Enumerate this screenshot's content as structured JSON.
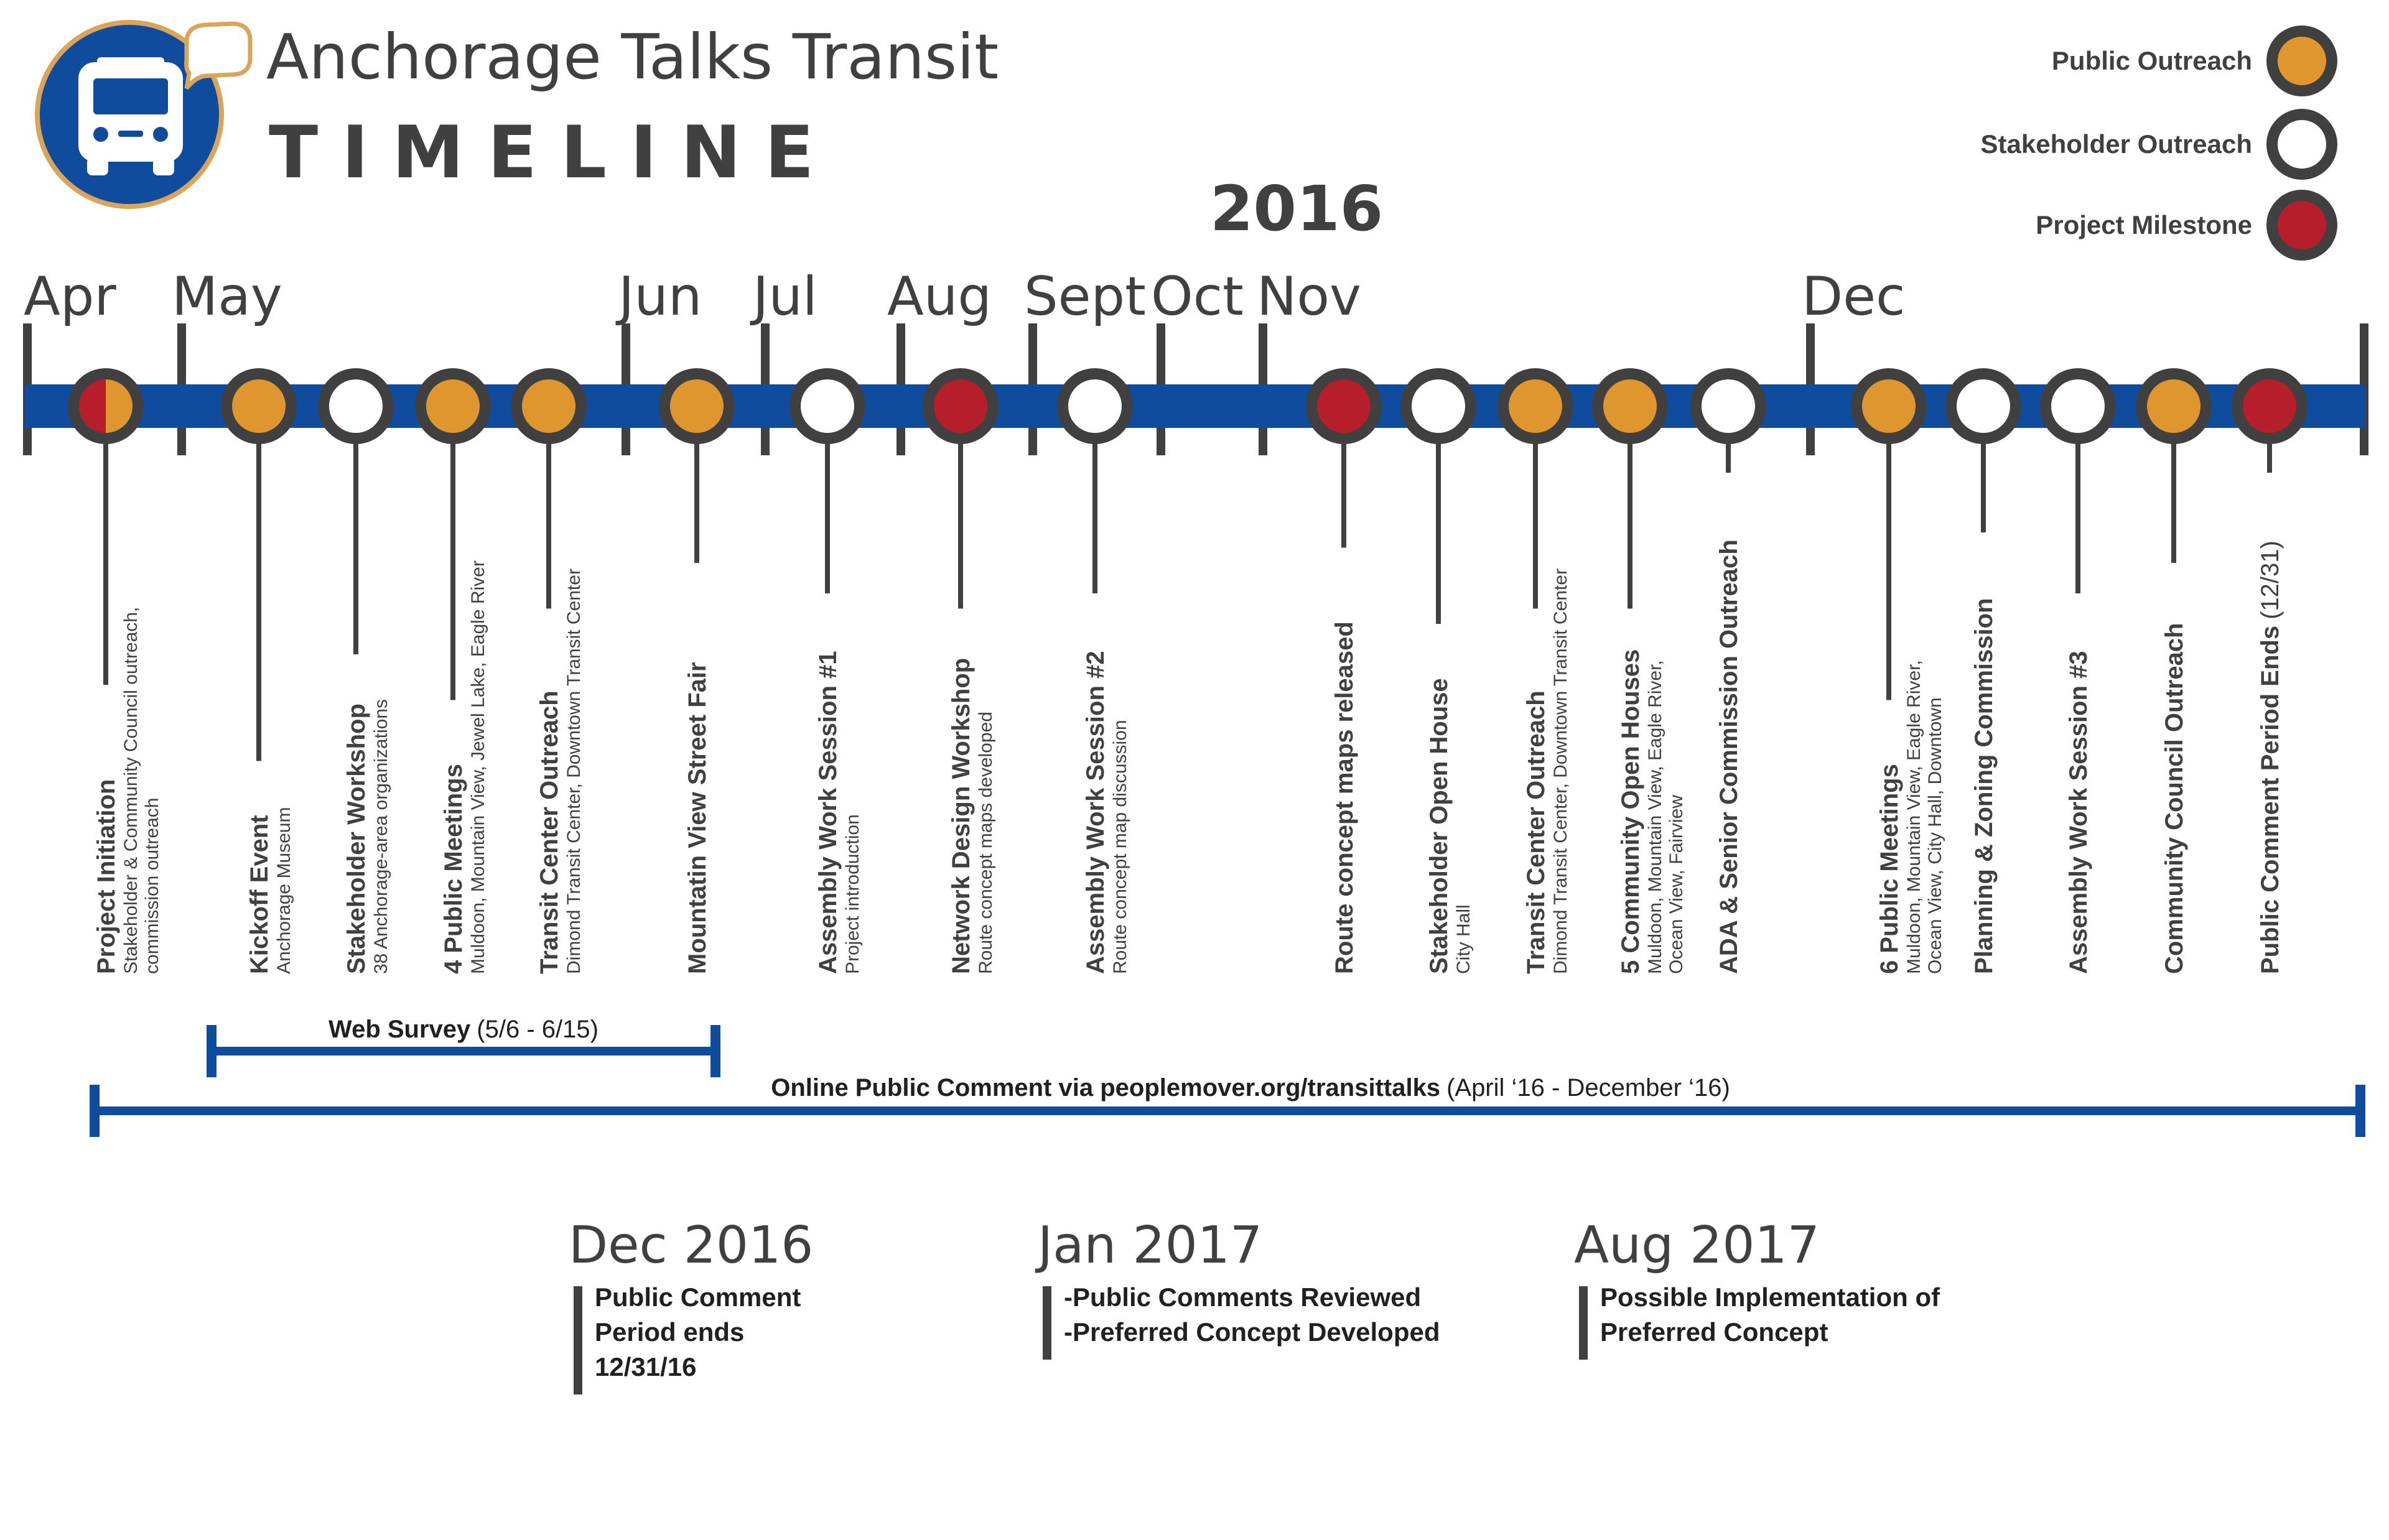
{
  "header": {
    "title": "Anchorage Talks Transit",
    "subtitle": "TIMELINE",
    "year": "2016"
  },
  "legend": [
    {
      "label": "Public Outreach",
      "type": "public"
    },
    {
      "label": "Stakeholder Outreach",
      "type": "stakeholder"
    },
    {
      "label": "Project Milestone",
      "type": "milestone"
    }
  ],
  "colors": {
    "bar": "#0f4c9e",
    "public": "#e0962e",
    "stakeholder": "#ffffff",
    "milestone": "#b51e2a",
    "ring": "#404041",
    "text": "#404041"
  },
  "months": [
    "Apr",
    "May",
    "Jun",
    "Jul",
    "Aug",
    "Sept",
    "Oct",
    "Nov",
    "Dec"
  ],
  "events": [
    {
      "type": "split",
      "title": "Project Initiation",
      "details": [
        "Stakeholder & Community Council outreach,",
        "commission outreach"
      ]
    },
    {
      "type": "public",
      "title": "Kickoff Event",
      "details": [
        "Anchorage Museum"
      ]
    },
    {
      "type": "stakeholder",
      "title": "Stakeholder Workshop",
      "details": [
        "38 Anchorage-area organizations"
      ]
    },
    {
      "type": "public",
      "title": "4 Public Meetings",
      "details": [
        "Muldoon, Mountain View, Jewel Lake, Eagle River"
      ]
    },
    {
      "type": "public",
      "title": "Transit Center Outreach",
      "details": [
        "Dimond Transit Center, Downtown Transit Center"
      ]
    },
    {
      "type": "public",
      "title": "Mountatin View Street Fair",
      "details": []
    },
    {
      "type": "stakeholder",
      "title": "Assembly Work Session #1",
      "details": [
        "Project introduction"
      ]
    },
    {
      "type": "milestone",
      "title": "Network Design Workshop",
      "details": [
        "Route concept maps developed"
      ]
    },
    {
      "type": "stakeholder",
      "title": "Assembly Work Session #2",
      "details": [
        "Route concept map discussion"
      ]
    },
    {
      "type": "milestone",
      "title": "Route concept maps released",
      "details": []
    },
    {
      "type": "stakeholder",
      "title": "Stakeholder Open House",
      "details": [
        "City Hall"
      ]
    },
    {
      "type": "public",
      "title": "Transit Center Outreach",
      "details": [
        "Dimond Transit Center, Downtown Transit Center"
      ]
    },
    {
      "type": "public",
      "title": "5 Community Open Houses",
      "details": [
        "Muldoon, Mountain View, Eagle River,",
        "Ocean View, Fairview"
      ]
    },
    {
      "type": "stakeholder",
      "title": "ADA & Senior Commission Outreach",
      "details": []
    },
    {
      "type": "public",
      "title": "6 Public Meetings",
      "details": [
        "Muldoon, Mountain View, Eagle River,",
        "Ocean View, City Hall, Downtown"
      ]
    },
    {
      "type": "stakeholder",
      "title": "Planning & Zoning Commission",
      "details": []
    },
    {
      "type": "stakeholder",
      "title": "Assembly Work Session #3",
      "details": []
    },
    {
      "type": "public",
      "title": "Community Council Outreach",
      "details": []
    },
    {
      "type": "milestone",
      "title": "Public Comment Period Ends",
      "title_suffix": "(12/31)",
      "details": []
    }
  ],
  "ranges": [
    {
      "label": "Web Survey",
      "note": "(5/6 - 6/15)"
    },
    {
      "label": "Online Public Comment via peoplemover.org/transittalks",
      "note": "(April ‘16 - December ‘16)"
    }
  ],
  "future": [
    {
      "date": "Dec 2016",
      "lines": [
        "Public Comment",
        "Period ends",
        "12/31/16"
      ]
    },
    {
      "date": "Jan 2017",
      "lines": [
        "-Public Comments Reviewed",
        "-Preferred Concept Developed"
      ]
    },
    {
      "date": "Aug 2017",
      "lines": [
        "Possible Implementation of",
        "Preferred Concept"
      ]
    }
  ]
}
